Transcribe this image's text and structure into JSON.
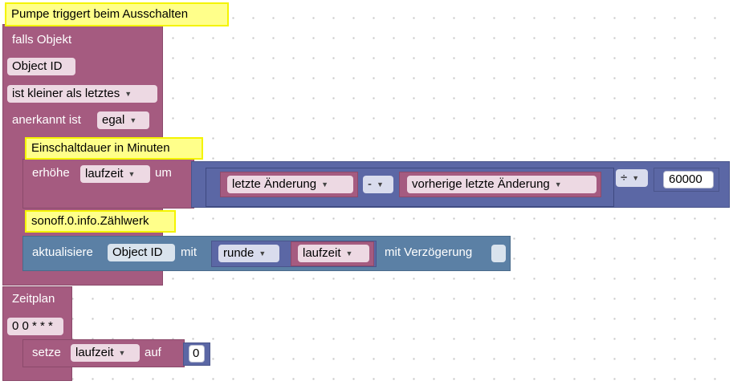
{
  "event_block": {
    "comment": "Pumpe triggert beim Ausschalten",
    "title": "falls Objekt",
    "object_id": "Object ID",
    "condition": "ist kleiner als letztes",
    "ack_label": "anerkannt ist",
    "ack_value": "egal"
  },
  "increment_block": {
    "comment": "Einschaltdauer in Minuten",
    "label": "erhöhe",
    "variable": "laufzeit",
    "by_label": "um",
    "minuend": "letzte Änderung",
    "operator": "-",
    "subtrahend": "vorherige letzte Änderung",
    "divide_operator": "÷",
    "divisor": "60000"
  },
  "update_block": {
    "comment": "sonoff.0.info.Zählwerk",
    "label": "aktualisiere",
    "object_id": "Object ID",
    "with_label": "mit",
    "round_mode": "runde",
    "variable": "laufzeit",
    "delay_label": "mit Verzögerung"
  },
  "schedule_block": {
    "title": "Zeitplan",
    "cron": "0 0 * * *",
    "set_label": "setze",
    "variable": "laufzeit",
    "to_label": "auf",
    "value": "0"
  },
  "colors": {
    "event_block": "#a55b80",
    "math_block": "#5b67a5",
    "io_block": "#5b80a5",
    "comment_bg": "#ffff8a"
  }
}
